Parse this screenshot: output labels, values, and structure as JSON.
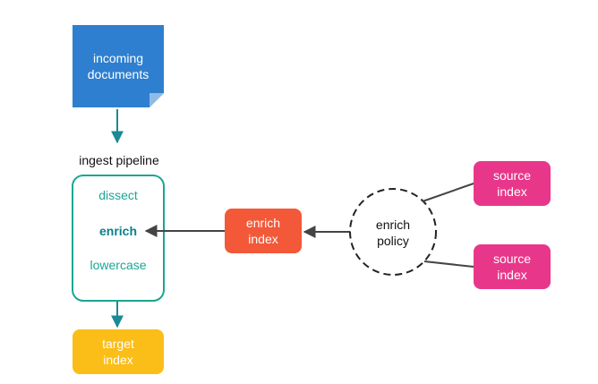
{
  "doc": {
    "lines": [
      "incoming",
      "documents"
    ]
  },
  "pipeline": {
    "label": "ingest pipeline",
    "stages": [
      {
        "label": "dissect",
        "bold": false
      },
      {
        "label": "enrich",
        "bold": true
      },
      {
        "label": "lowercase",
        "bold": false
      }
    ]
  },
  "target_index": {
    "lines": [
      "target",
      "index"
    ]
  },
  "enrich_index": {
    "lines": [
      "enrich",
      "index"
    ]
  },
  "enrich_policy": {
    "lines": [
      "enrich",
      "policy"
    ]
  },
  "source_indices": [
    {
      "lines": [
        "source",
        "index"
      ]
    },
    {
      "lines": [
        "source",
        "index"
      ]
    }
  ],
  "colors": {
    "document": "#2e7fcf",
    "pipeline_border": "#1aa693",
    "target_index": "#fbbd17",
    "enrich_index": "#f35839",
    "source_index": "#e8378a",
    "arrow_teal": "#1a8a96"
  }
}
